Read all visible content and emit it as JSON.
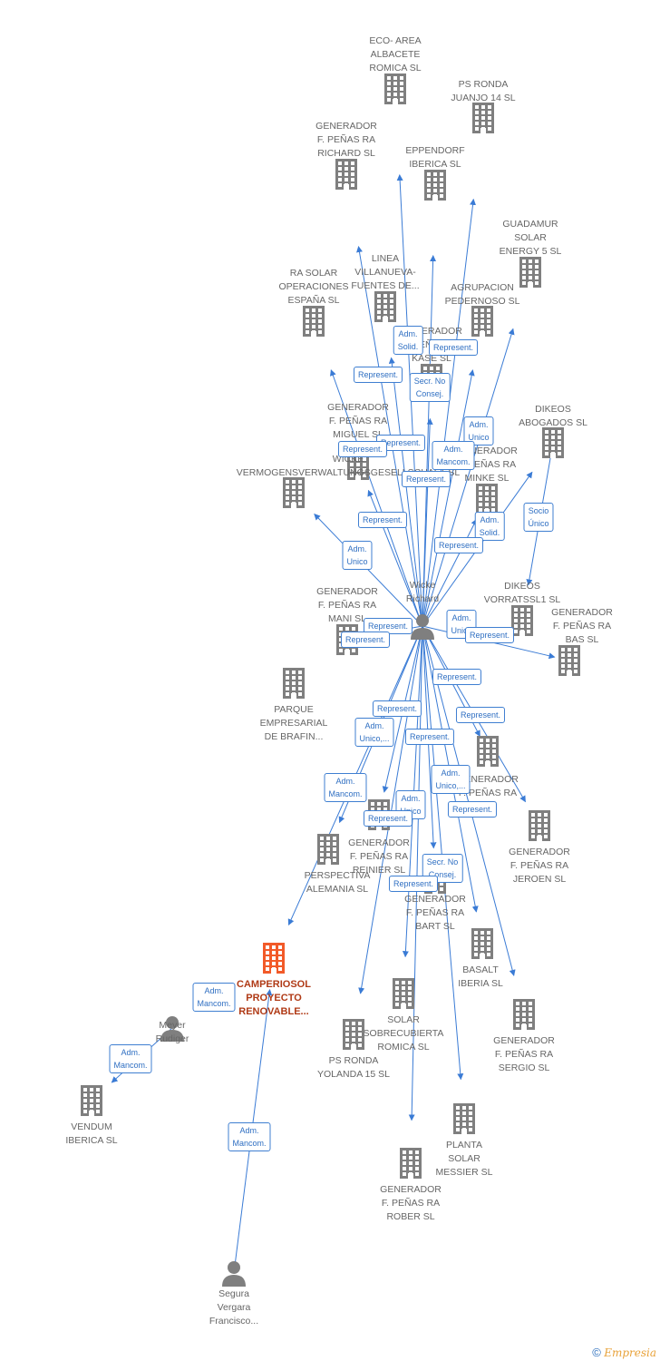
{
  "graph": {
    "nodes": [
      {
        "id": "eco",
        "type": "company",
        "label": "ECO- AREA\nALBACETE\nROMICA SL"
      },
      {
        "id": "psjuanjo",
        "type": "company",
        "label": "PS RONDA\nJUANJO 14 SL"
      },
      {
        "id": "richard",
        "type": "company",
        "label": "GENERADOR\nF.  PEÑAS RA\nRICHARD SL"
      },
      {
        "id": "eppendorf",
        "type": "company",
        "label": "EPPENDORF\nIBERICA SL"
      },
      {
        "id": "guadamur",
        "type": "company",
        "label": "GUADAMUR\nSOLAR\nENERGY 5 SL"
      },
      {
        "id": "rasolar",
        "type": "company",
        "label": "RA SOLAR\nOPERACIONES\nESPAÑA SL"
      },
      {
        "id": "linea",
        "type": "company",
        "label": "LINEA\nVILLANUEVA-\nFUENTES DE..."
      },
      {
        "id": "agrupacion",
        "type": "company",
        "label": "AGRUPACION\nPEDERNOSO SL"
      },
      {
        "id": "gen_hidden",
        "type": "company",
        "label": "GENERADOR\nF.  PEÑAS RA\nKASE SL"
      },
      {
        "id": "dikeos_ab",
        "type": "company",
        "label": "DIKEOS\nABOGADOS SL"
      },
      {
        "id": "miguel",
        "type": "company",
        "label": "GENERADOR\nF.  PEÑAS RA\nMIGUEL SL"
      },
      {
        "id": "minke",
        "type": "company",
        "label": "GENERADOR\nF.  PEÑAS RA\nMINKE SL"
      },
      {
        "id": "wicke_verm",
        "type": "company",
        "label": "WICKE\nVERMOGENSVERWALTUNGSGESELLSCHAFT SL"
      },
      {
        "id": "dikeos_vor",
        "type": "company",
        "label": "DIKEOS\nVORRATSSL1 SL"
      },
      {
        "id": "mani",
        "type": "company",
        "label": "GENERADOR\nF.  PEÑAS RA\nMANI SL"
      },
      {
        "id": "bas",
        "type": "company",
        "label": "GENERADOR\nF.  PEÑAS RA\nBAS SL"
      },
      {
        "id": "parque",
        "type": "company",
        "label": "PARQUE\nEMPRESARIAL\nDE BRAFIN..."
      },
      {
        "id": "gen_mid",
        "type": "company",
        "label": "GENERADOR\nF.  PEÑAS RA\nSL"
      },
      {
        "id": "jeroen",
        "type": "company",
        "label": "GENERADOR\nF.  PEÑAS RA\nJEROEN SL"
      },
      {
        "id": "reinier",
        "type": "company",
        "label": "GENERADOR\nF.  PEÑAS RA\nREINIER SL"
      },
      {
        "id": "perspectiva",
        "type": "company",
        "label": "PERSPECTIVA\nALEMANIA SL"
      },
      {
        "id": "bart",
        "type": "company",
        "label": "GENERADOR\nF.  PEÑAS RA\nBART SL"
      },
      {
        "id": "basalt",
        "type": "company",
        "label": "BASALT\nIBERIA  SL"
      },
      {
        "id": "camperio",
        "type": "center",
        "label": "CAMPERIOSOL\nPROYECTO\nRENOVABLE..."
      },
      {
        "id": "solar_sobre",
        "type": "company",
        "label": "SOLAR\nSOBRECUBIERTA\nROMICA SL"
      },
      {
        "id": "sergio",
        "type": "company",
        "label": "GENERADOR\nF.  PEÑAS RA\nSERGIO SL"
      },
      {
        "id": "psyolanda",
        "type": "company",
        "label": "PS RONDA\nYOLANDA 15 SL"
      },
      {
        "id": "vendum",
        "type": "company",
        "label": "VENDUM\nIBERICA  SL"
      },
      {
        "id": "messier",
        "type": "company",
        "label": "PLANTA\nSOLAR\nMESSIER SL"
      },
      {
        "id": "rober",
        "type": "company",
        "label": "GENERADOR\nF.  PEÑAS RA\nROBER SL"
      },
      {
        "id": "wicke",
        "type": "person",
        "label": "Wicke\nRichard"
      },
      {
        "id": "meyer",
        "type": "person",
        "label": "Meyer\nRudiger"
      },
      {
        "id": "segura",
        "type": "person",
        "label": "Segura\nVergara\nFrancisco..."
      }
    ],
    "roles": [
      "Adm.\nSolid.",
      "Represent.",
      "Represent.",
      "Secr.  No\nConsej.",
      "Adm.\nUnico",
      "Represent.",
      "Represent.",
      "Adm.\nMancom.",
      "Represent.",
      "Represent.",
      "Adm.\nSolid.",
      "Socio\nÚnico",
      "Represent.",
      "Adm.\nUnico",
      "Represent.",
      "Adm.\nUnico",
      "Represent.",
      "Represent.",
      "Represent.",
      "Represent.",
      "Adm.\nUnico,...",
      "Represent.",
      "Represent.",
      "Adm.\nUnico,...",
      "Adm.\nMancom.",
      "Adm.\nUnico",
      "Represent.",
      "Represent.",
      "Secr.  No\nConsej.",
      "Represent.",
      "Adm.\nMancom.",
      "Adm.\nMancom.",
      "Adm.\nMancom."
    ]
  },
  "colors": {
    "edge": "#3a7bd5",
    "icon": "#7f7f7f",
    "center_icon": "#f25a29",
    "label": "#666666"
  },
  "brand": {
    "symbol": "©",
    "name": "Empresia"
  }
}
